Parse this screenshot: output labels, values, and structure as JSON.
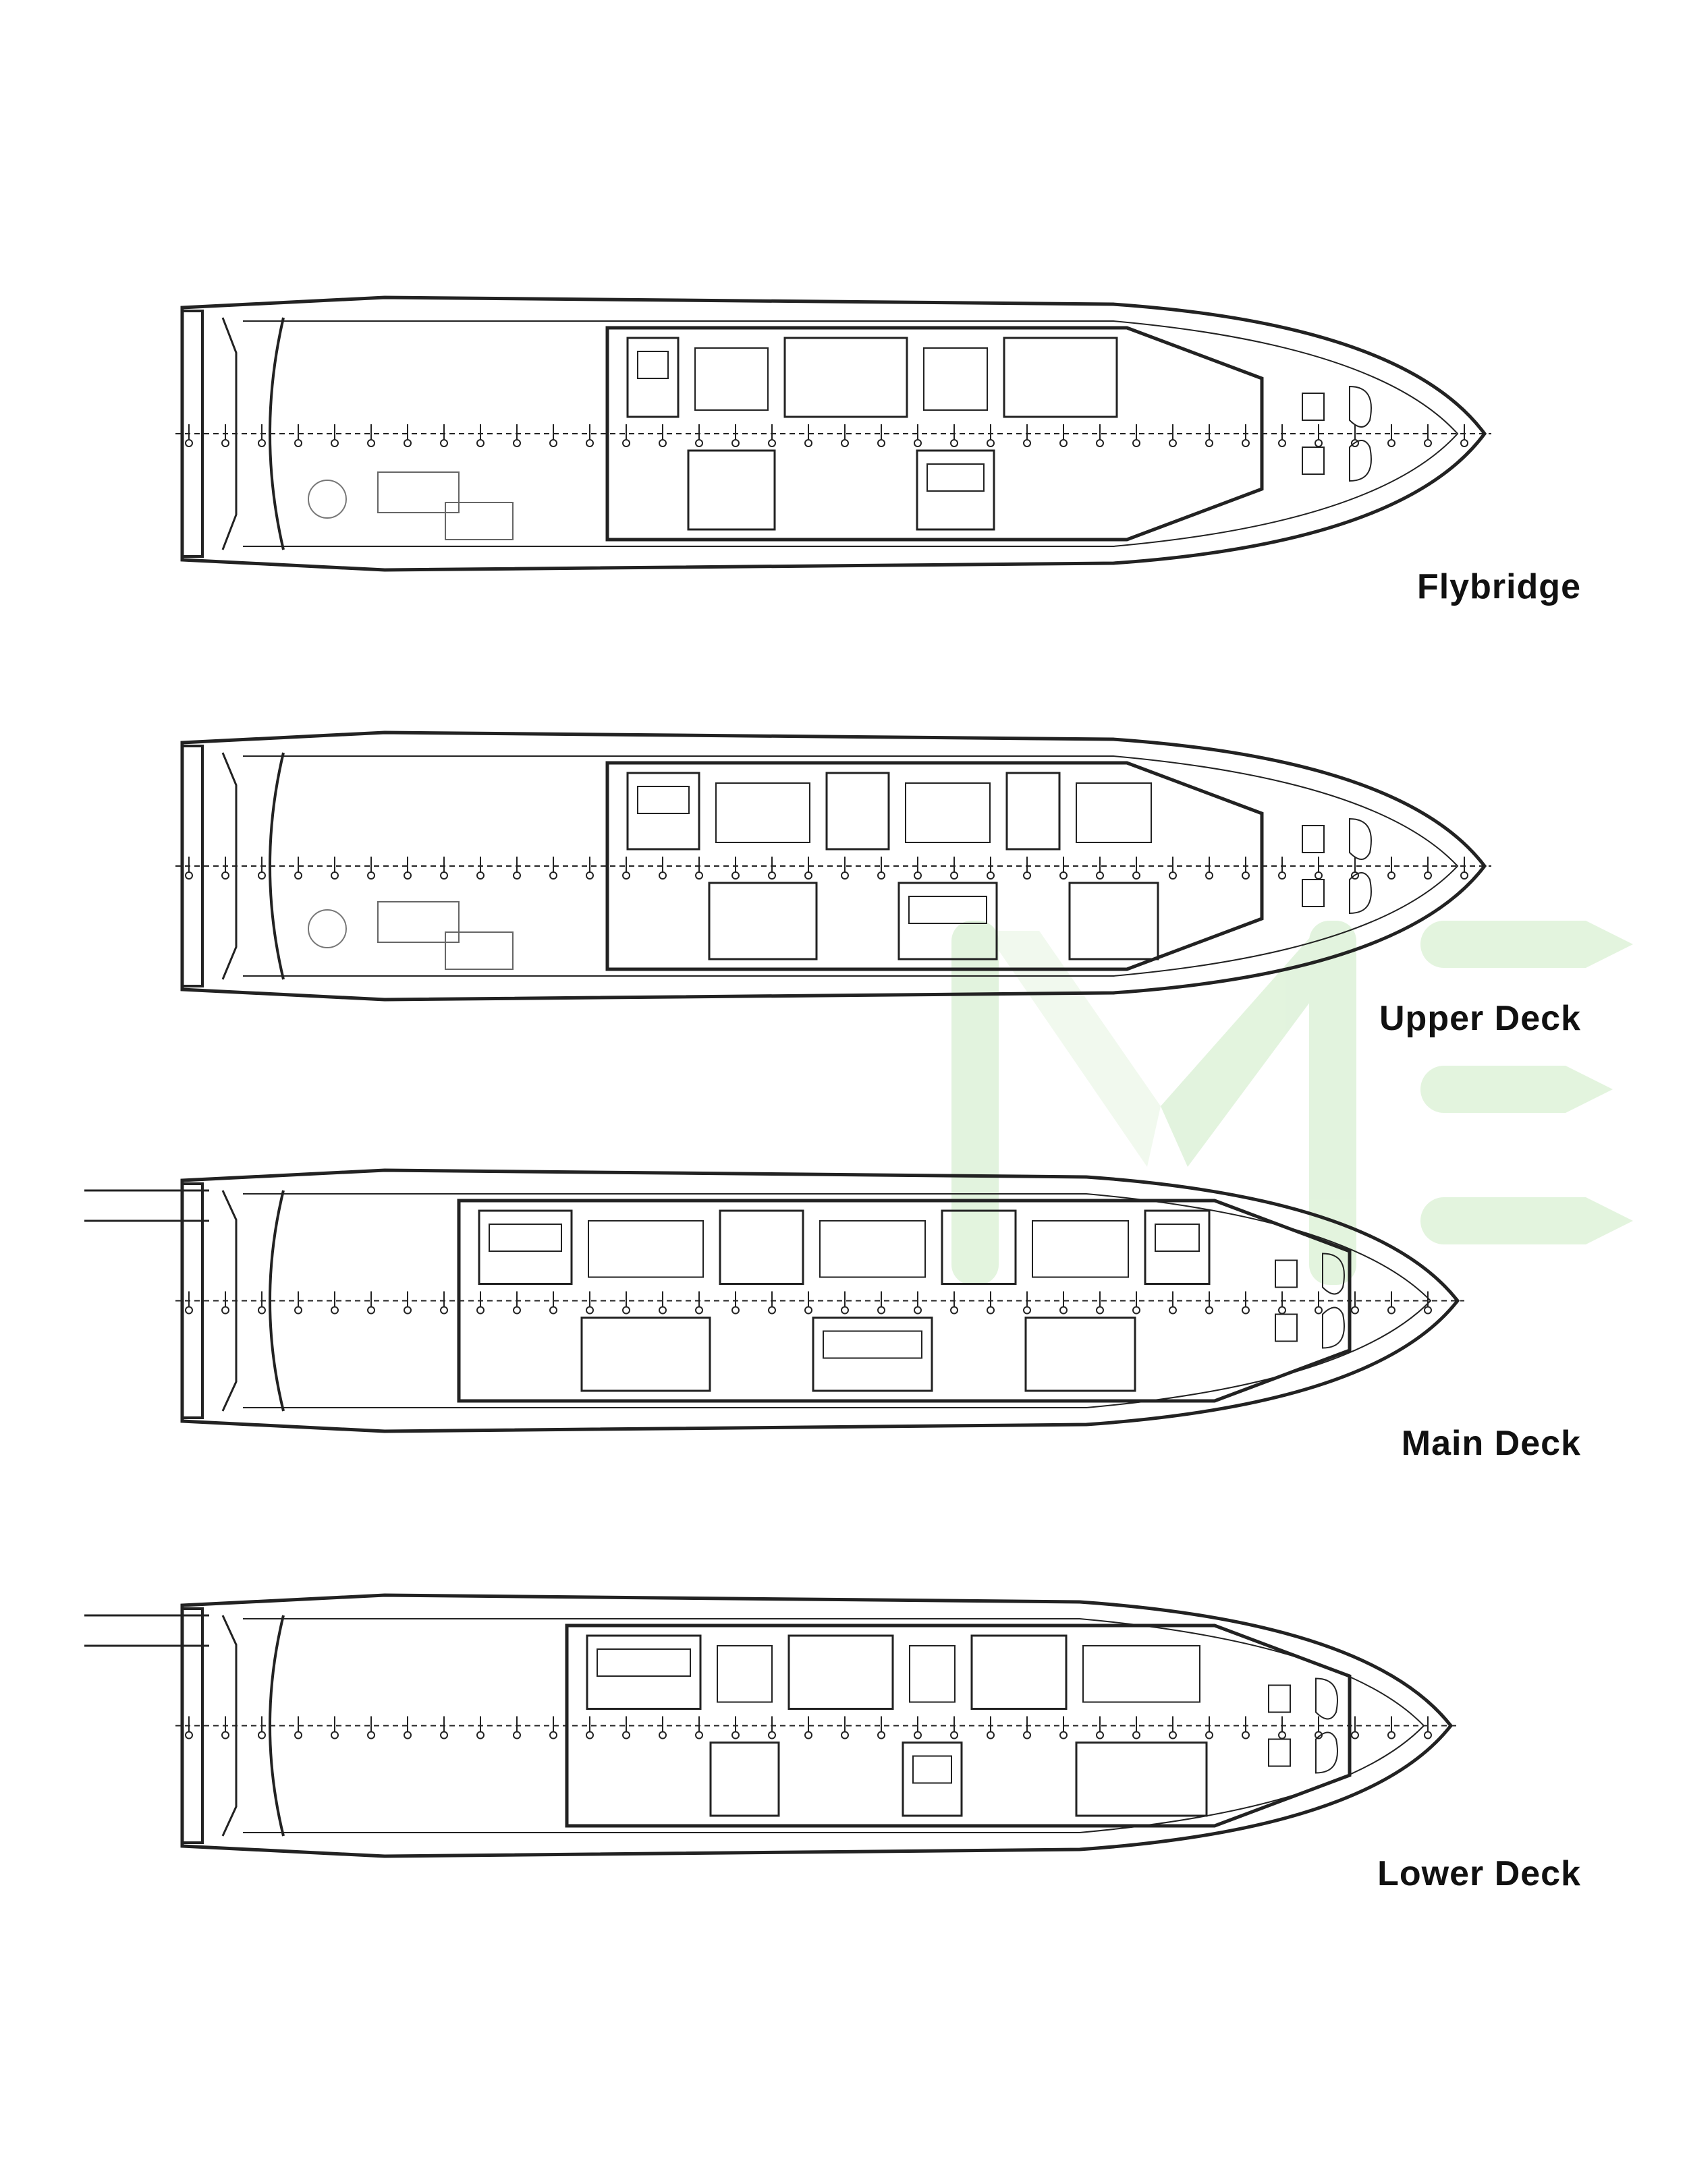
{
  "decks": [
    {
      "name": "Flybridge"
    },
    {
      "name": "Upper Deck"
    },
    {
      "name": "Main Deck"
    },
    {
      "name": "Lower Deck"
    }
  ],
  "watermark": {
    "text": "ME",
    "color": "#d9f0d3"
  }
}
